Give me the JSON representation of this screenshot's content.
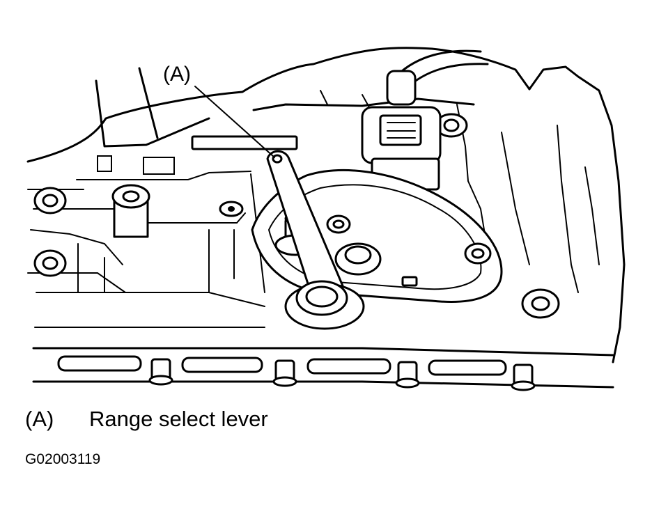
{
  "figure": {
    "callout": "(A)",
    "legend_key": "(A)",
    "legend_text": "Range select lever",
    "figure_id": "G02003119"
  }
}
